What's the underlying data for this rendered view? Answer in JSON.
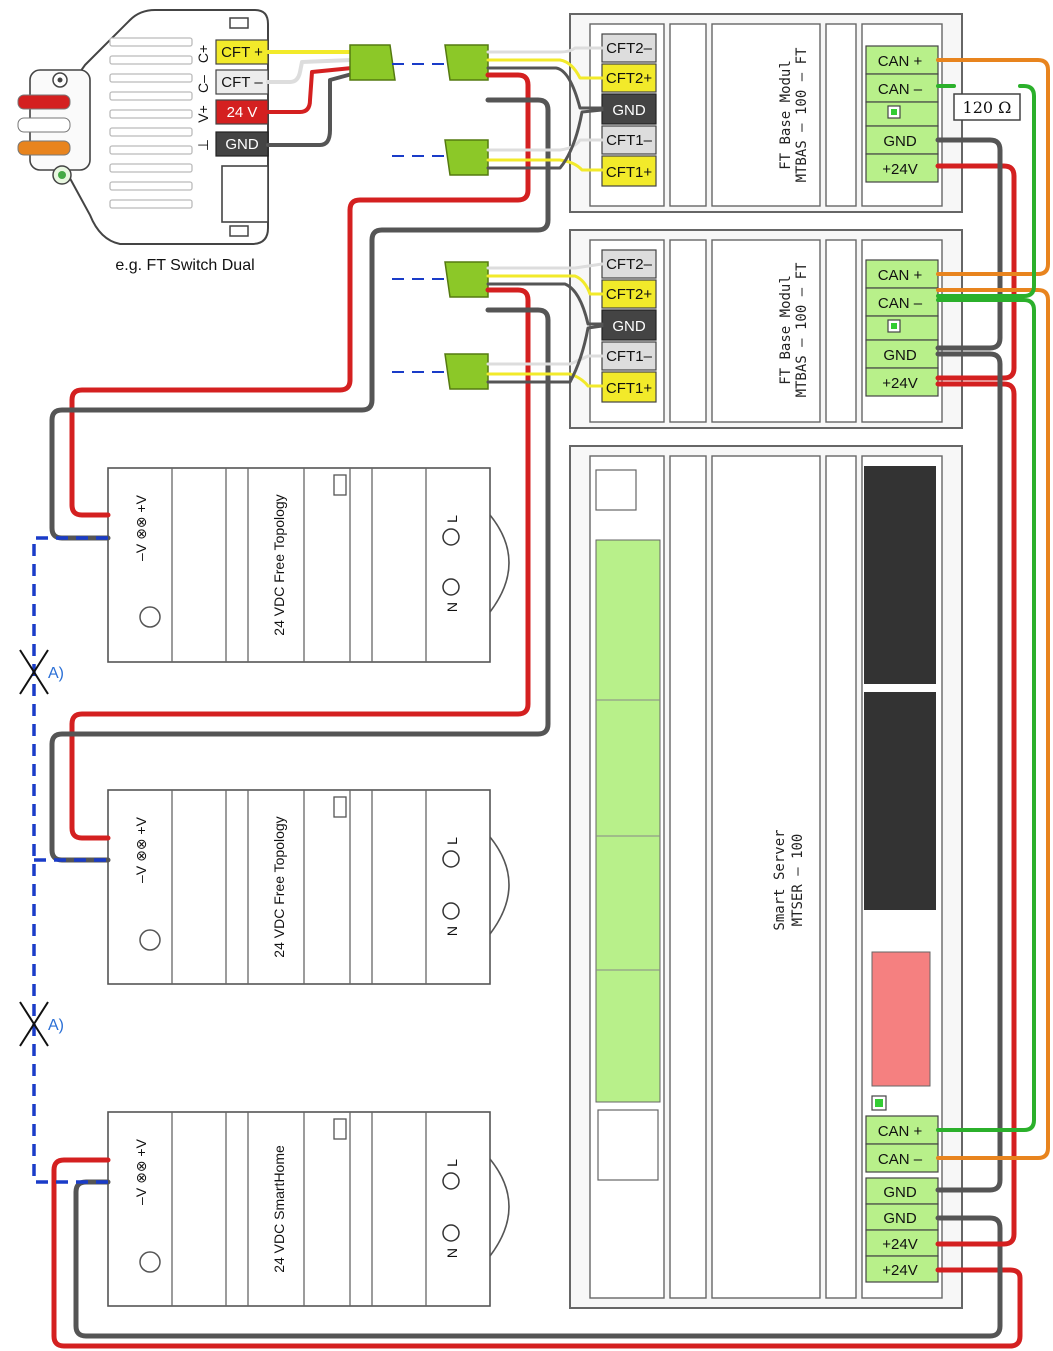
{
  "colors": {
    "red": "#d42020",
    "grey": "#555555",
    "yellow": "#f2ea2a",
    "white_wire": "#dddddd",
    "orange": "#e8841e",
    "green_wire": "#2bb02b",
    "blue_dashed": "#1a3cc8",
    "terminal_green": "#b8f08a",
    "module_bg": "#f7f7f7",
    "module_border": "#666666",
    "connector_green": "#8cc828",
    "led_green": "#33cc33",
    "panel_dark": "#333333",
    "panel_pink": "#f58080",
    "panel_light_green": "#b8f08a",
    "note_blue": "#2a6fd6"
  },
  "switch_device": {
    "caption": "e.g. FT Switch Dual",
    "pin_labels": [
      "C+",
      "C–",
      "V+",
      "⊥"
    ],
    "terminals": [
      "CFT +",
      "CFT –",
      "24 V",
      "GND"
    ]
  },
  "ft_modules": [
    {
      "name": "FT  Base  Modul",
      "model": "MTBAS – 100 – FT",
      "cft_terminals": [
        "CFT2–",
        "CFT2+",
        "GND",
        "CFT1–",
        "CFT1+"
      ],
      "can_terminals": [
        "CAN +",
        "CAN –"
      ],
      "power_terminals": [
        "GND",
        "+24V"
      ],
      "resistor": "120 Ω"
    },
    {
      "name": "FT  Base  Modul",
      "model": "MTBAS – 100 – FT",
      "cft_terminals": [
        "CFT2–",
        "CFT2+",
        "GND",
        "CFT1–",
        "CFT1+"
      ],
      "can_terminals": [
        "CAN +",
        "CAN –"
      ],
      "power_terminals": [
        "GND",
        "+24V"
      ]
    }
  ],
  "smart_server": {
    "name": "Smart    Server",
    "model": "MTSER   –   100",
    "can_terminals": [
      "CAN +",
      "CAN –"
    ],
    "power_terminals": [
      "GND",
      "GND",
      "+24V",
      "+24V"
    ]
  },
  "power_supplies": [
    {
      "label": "24 VDC Free Topology",
      "out_terminals": "–V ⊗⊗ +V",
      "in_terminals": [
        "L",
        "N"
      ]
    },
    {
      "label": "24 VDC Free Topology",
      "out_terminals": "–V ⊗⊗ +V",
      "in_terminals": [
        "L",
        "N"
      ]
    },
    {
      "label": "24 VDC SmartHome",
      "out_terminals": "–V ⊗⊗ +V",
      "in_terminals": [
        "L",
        "N"
      ]
    }
  ],
  "notes": {
    "a": "A)"
  }
}
